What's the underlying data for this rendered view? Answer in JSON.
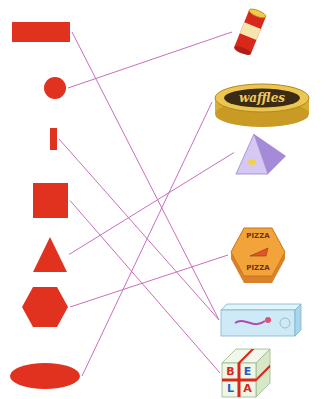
{
  "diagram": {
    "nodes": [
      {
        "text": []
      },
      {
        "text": []
      },
      {
        "text": []
      },
      {
        "text": []
      },
      {
        "text": []
      },
      {
        "text": []
      },
      {
        "text": []
      },
      {
        "text": []
      },
      {
        "text": [
          "waffles"
        ]
      },
      {
        "text": []
      },
      {
        "text": [
          "PIZZA",
          "PIZZA"
        ]
      },
      {
        "text": []
      },
      {
        "text": [
          "B",
          "E",
          "L",
          "A"
        ]
      }
    ],
    "edges": [
      {
        "from": 0,
        "to": 11,
        "arrow": "none"
      },
      {
        "from": 1,
        "to": 7,
        "arrow": "none"
      },
      {
        "from": 2,
        "to": 11,
        "arrow": "none"
      },
      {
        "from": 3,
        "to": 12,
        "arrow": "none"
      },
      {
        "from": 4,
        "to": 9,
        "arrow": "none"
      },
      {
        "from": 5,
        "to": 10,
        "arrow": "none"
      },
      {
        "from": 6,
        "to": 8,
        "arrow": "none"
      }
    ]
  }
}
